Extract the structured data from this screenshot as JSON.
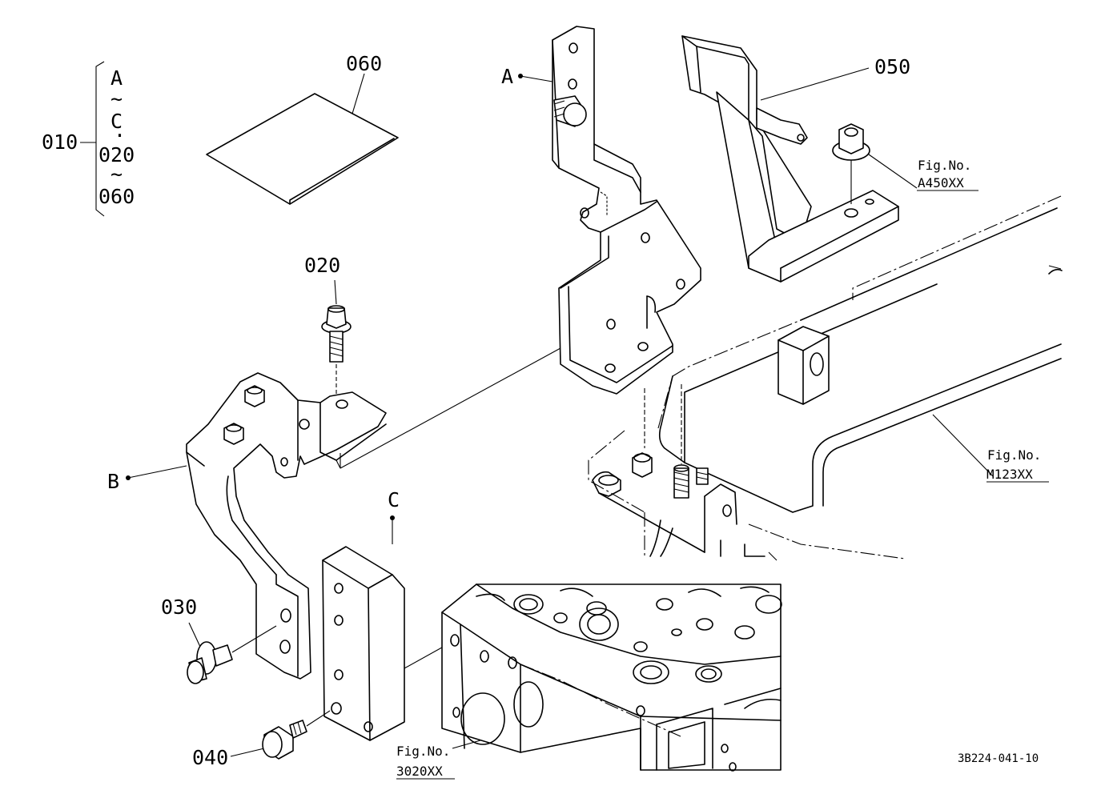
{
  "bracket_group": {
    "parent": "010",
    "lines": [
      "A",
      "~",
      "C",
      "·",
      "020",
      "~",
      "060"
    ]
  },
  "labels": {
    "p060": "060",
    "p050": "050",
    "p020": "020",
    "p030": "030",
    "p040": "040",
    "ref_a": "A",
    "ref_b": "B",
    "ref_c": "C"
  },
  "figure_refs": {
    "fig_a450": {
      "prefix": "Fig.No.",
      "code": "A450XX"
    },
    "fig_m123": {
      "prefix": "Fig.No.",
      "code": "M123XX"
    },
    "fig_3020": {
      "prefix": "Fig.No.",
      "code": "3020XX"
    }
  },
  "drawing_number": "3B224-041-10"
}
